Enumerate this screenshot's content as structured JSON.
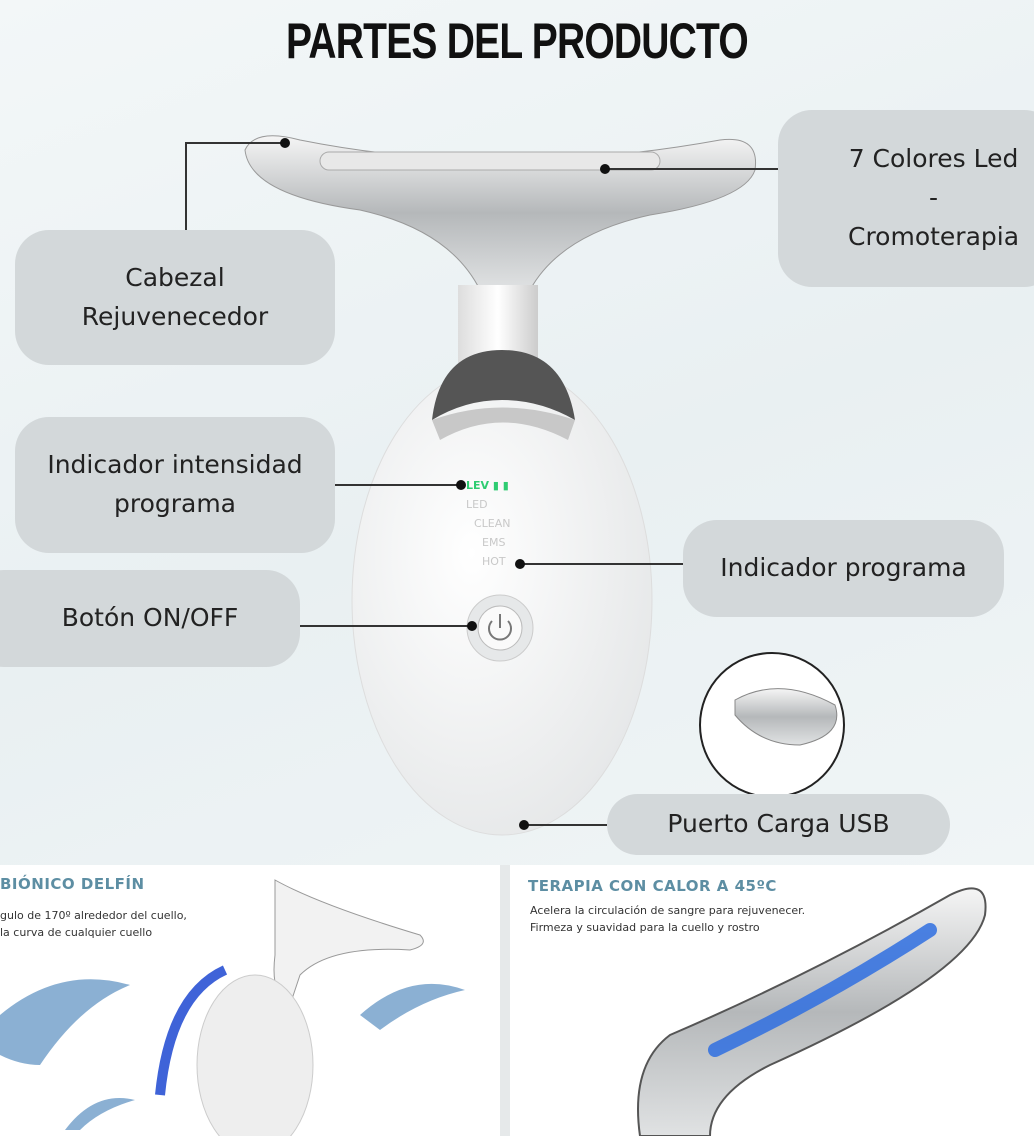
{
  "title": "PARTES DEL PRODUCTO",
  "callouts": {
    "head": [
      "Cabezal",
      "Rejuvenecedor"
    ],
    "colors": [
      "7 Colores Led",
      "-",
      "Cromoterapia"
    ],
    "intensity": [
      "Indicador intensidad",
      "programa"
    ],
    "power": "Botón ON/OFF",
    "program": "Indicador programa",
    "usb": "Puerto Carga USB"
  },
  "device_labels": {
    "lev": "LEV",
    "led": "LED",
    "clean": "CLEAN",
    "ems": "EMS",
    "hot": "HOT"
  },
  "panels": {
    "left": {
      "heading": "BIÓNICO DELFÍN",
      "text": [
        "gulo de 170º alrededor del cuello,",
        "la curva de cualquier cuello"
      ]
    },
    "right": {
      "heading": "TERAPIA CON CALOR A 45ºC",
      "text": [
        "Acelera la circulación de sangre para rejuvenecer.",
        "Firmeza y suavidad para la cuello y rostro"
      ]
    }
  },
  "colors": {
    "callout_bg": "#d3d8da",
    "heading": "#5d8ea3",
    "led_green": "#2ecc71",
    "led_blue": "#2f6fe0"
  }
}
